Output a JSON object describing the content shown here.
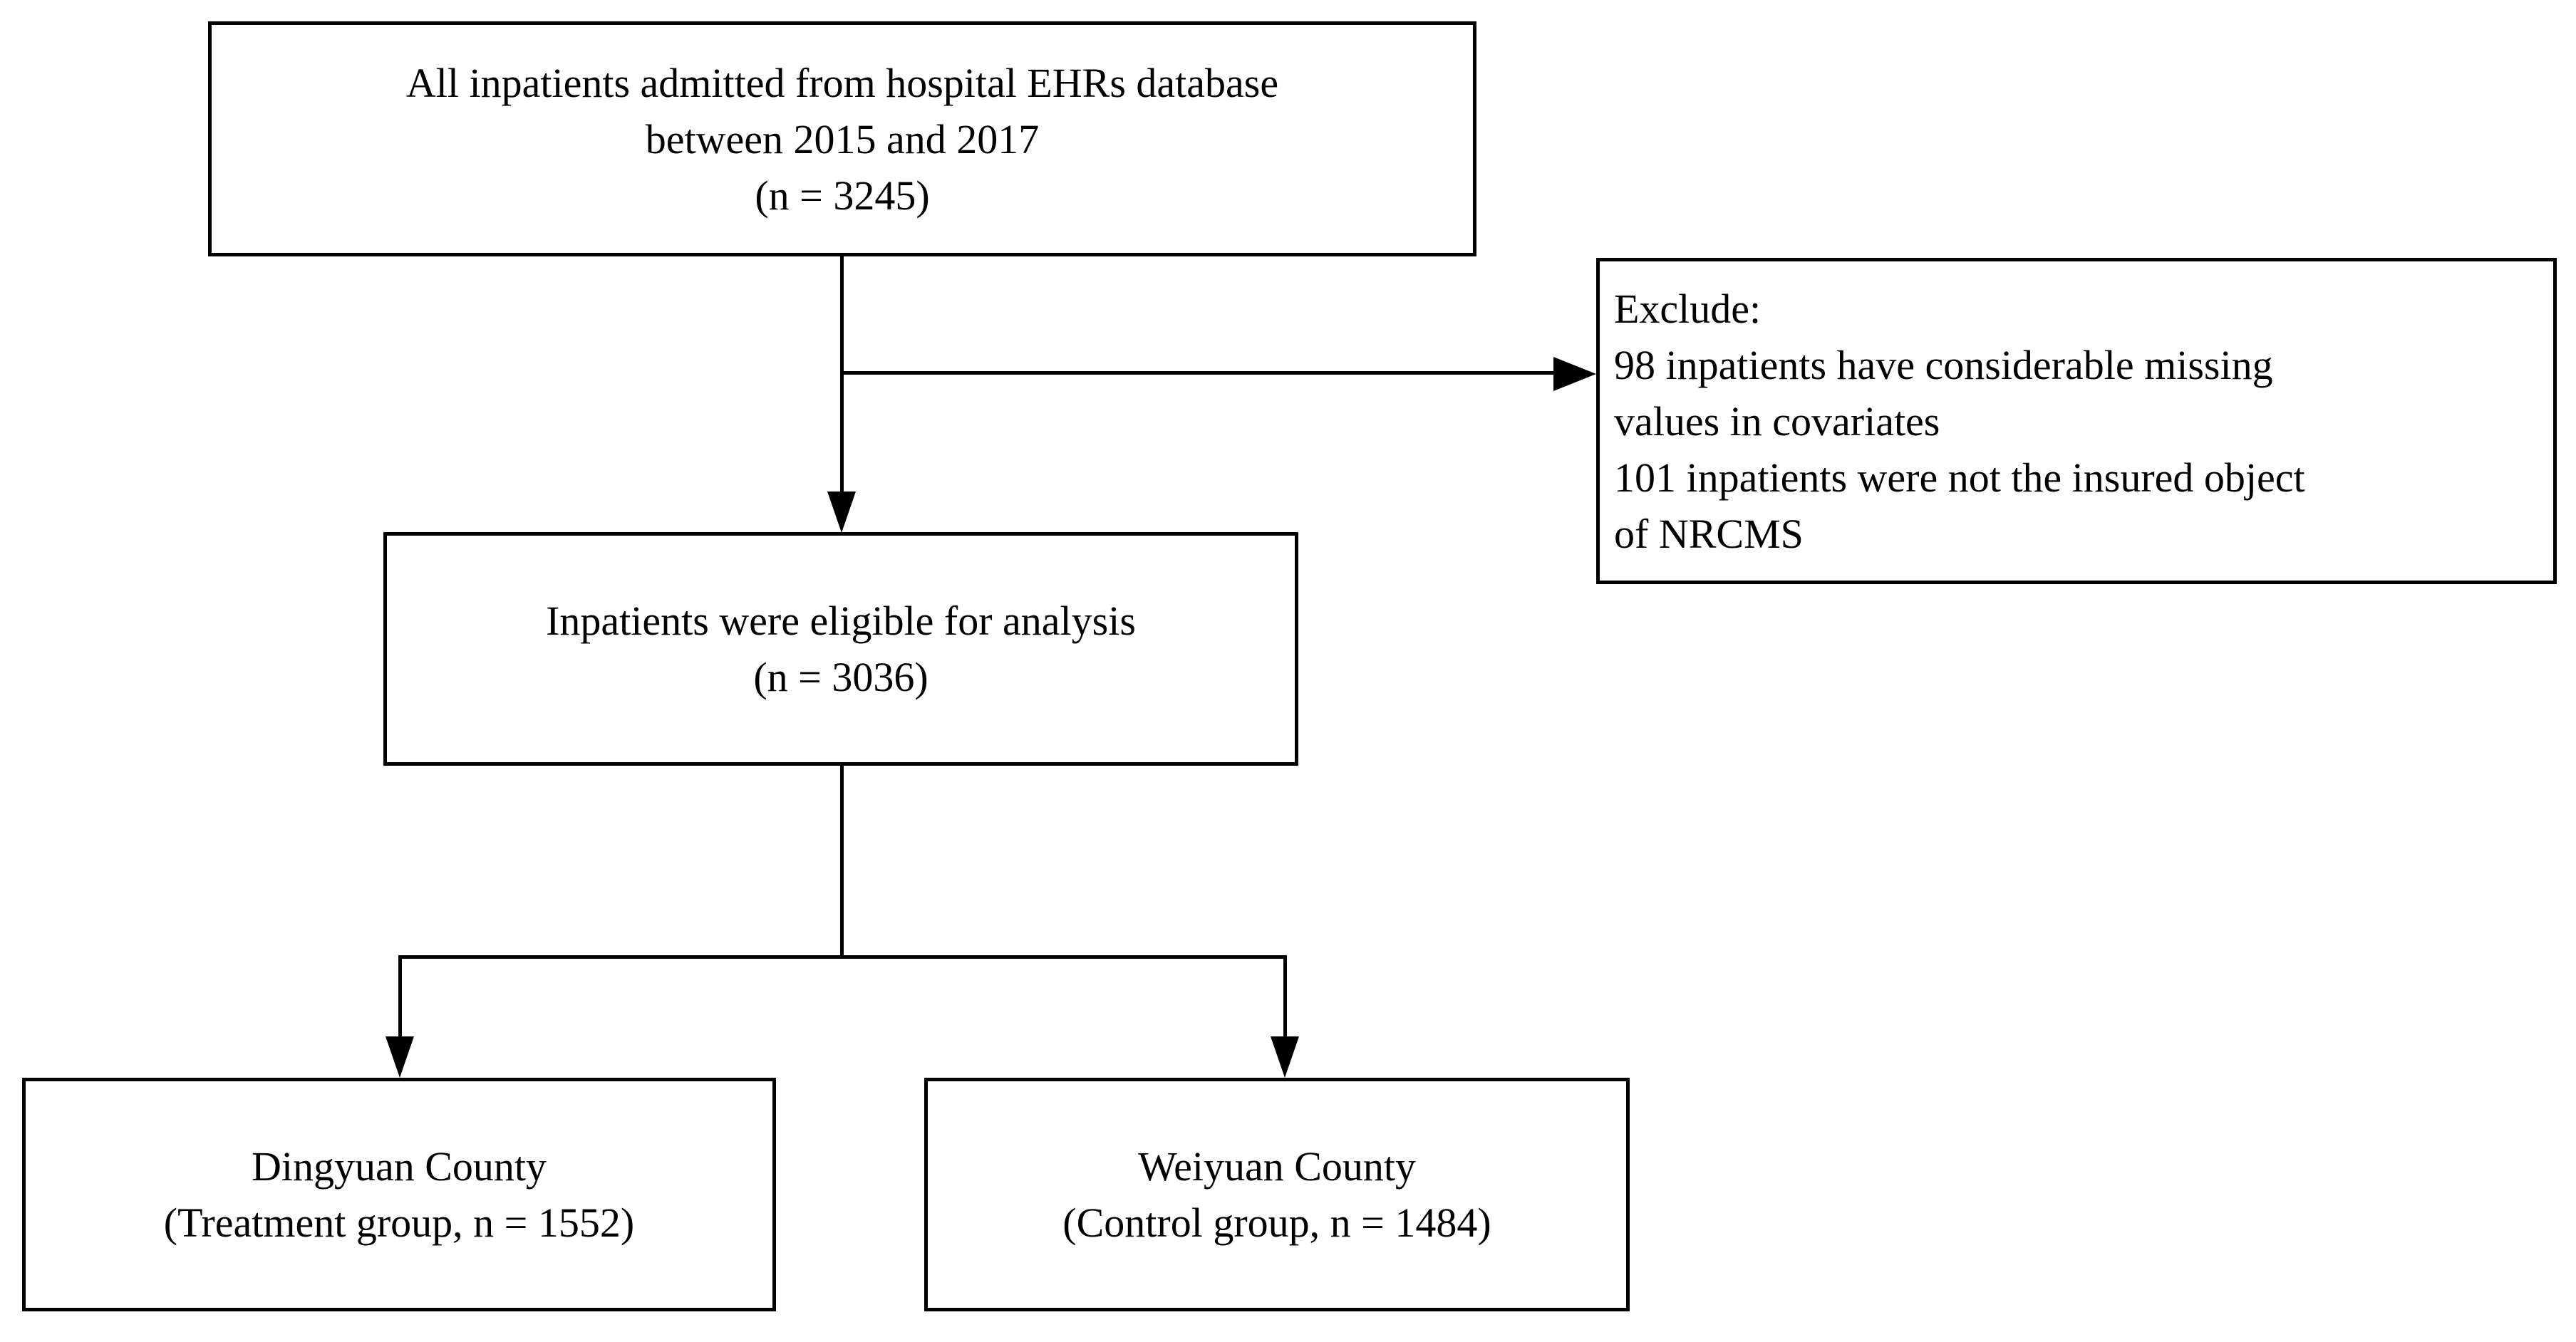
{
  "figure": {
    "background_color": "#ffffff",
    "line_color": "#000000",
    "text_color": "#000000"
  },
  "boxes": {
    "source": {
      "n": 3245,
      "lines": [
        "All inpatients admitted from hospital EHRs database",
        "between 2015 and 2017",
        "(n = 3245)"
      ]
    },
    "exclude": {
      "excluded_missing_covariates": 98,
      "excluded_not_insured_nrcms": 101,
      "lines": [
        "Exclude:",
        "98 inpatients have considerable missing",
        "values in covariates",
        "101 inpatients were not the insured object",
        "of NRCMS"
      ]
    },
    "eligible": {
      "n": 3036,
      "lines": [
        "Inpatients were eligible for analysis",
        "(n = 3036)"
      ]
    },
    "treatment": {
      "n": 1552,
      "lines": [
        "Dingyuan County",
        "(Treatment group, n = 1552)"
      ]
    },
    "control": {
      "n": 1484,
      "lines": [
        "Weiyuan County",
        "(Control group, n = 1484)"
      ]
    }
  }
}
